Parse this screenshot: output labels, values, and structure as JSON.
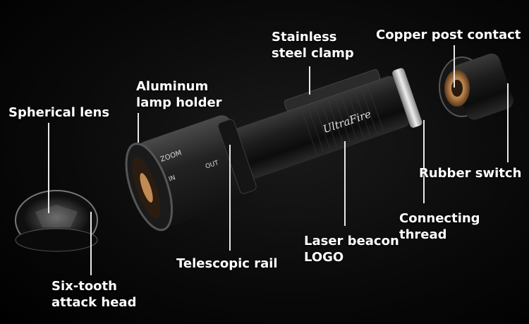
{
  "labels": {
    "spherical_lens": "Spherical lens",
    "aluminum_line1": "Aluminum",
    "aluminum_line2": "lamp holder",
    "stainless_line1": "Stainless",
    "stainless_line2": "steel clamp",
    "copper_post": "Copper post contact",
    "rubber_switch": "Rubber switch",
    "connecting_line1": "Connecting",
    "connecting_line2": "thread",
    "laser_line1": "Laser beacon",
    "laser_line2": "LOGO",
    "telescopic_rail": "Telescopic rail",
    "six_tooth_line1": "Six-tooth",
    "six_tooth_line2": "attack head"
  },
  "product_markings": {
    "brand": "UltraFire",
    "zoom_mark": "ZOOM",
    "in_mark": "IN",
    "out_mark": "OUT"
  },
  "colors": {
    "background": "#000000",
    "label_text": "#ffffff",
    "leader_line": "#e8e8e8",
    "body_metal": "#1c1c1c",
    "copper": "#c8935a",
    "silver_ring": "#c9c9c9"
  }
}
